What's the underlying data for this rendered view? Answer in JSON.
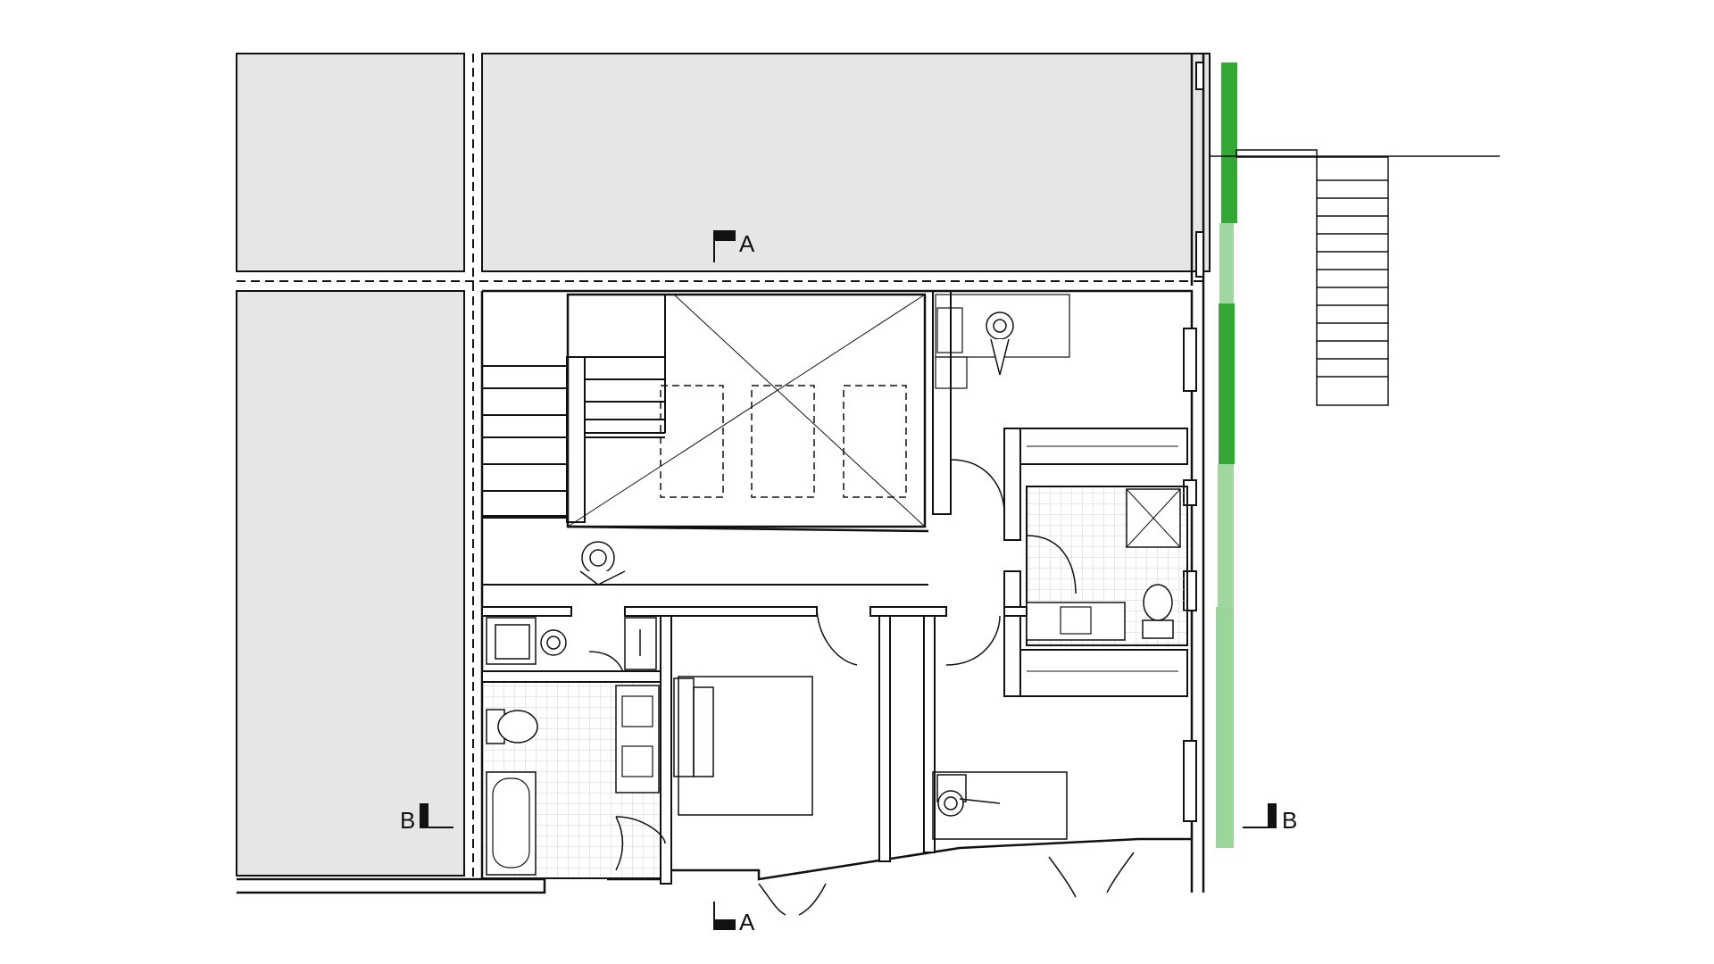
{
  "section_markers": {
    "a_top": "A",
    "a_bottom": "A",
    "b_left": "B",
    "b_right": "B"
  },
  "colors": {
    "background": "#ffffff",
    "neighbor_fill": "#e6e6e6",
    "wall_line": "#111111",
    "tile_grid": "#cfcfcf",
    "greenery_dark": "#1e9e1e",
    "greenery_light": "#8fd08f"
  }
}
